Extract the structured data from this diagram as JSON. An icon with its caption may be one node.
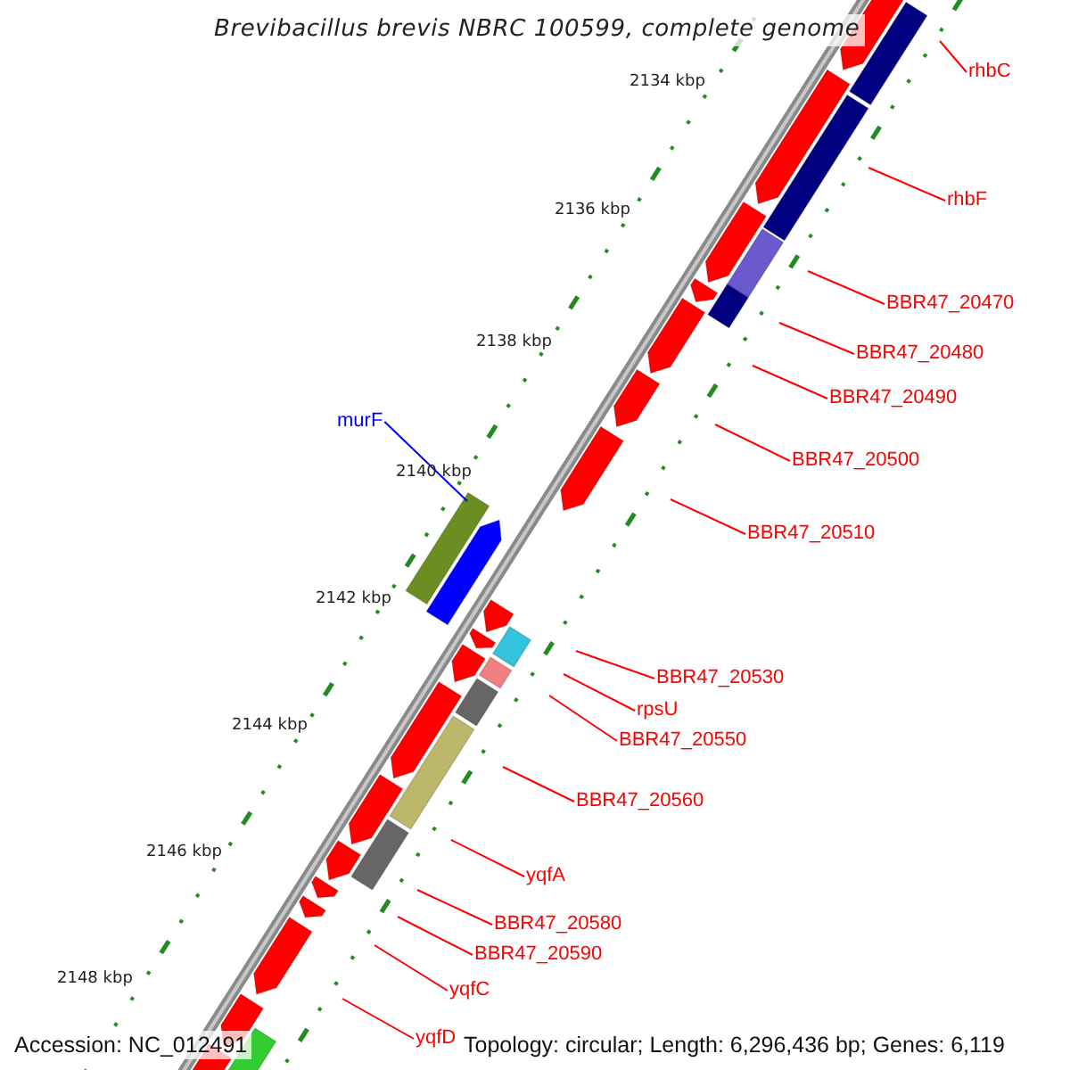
{
  "diagram": {
    "title": "Brevibacillus brevis NBRC 100599, complete genome",
    "nodes": [
      {
        "text": [
          "rhbC"
        ]
      },
      {
        "text": [
          "rhbF"
        ]
      },
      {
        "text": [
          "BBR47_20470"
        ]
      },
      {
        "text": [
          "BBR47_20480"
        ]
      },
      {
        "text": [
          "BBR47_20490"
        ]
      },
      {
        "text": [
          "murF"
        ]
      },
      {
        "text": [
          "BBR47_20500"
        ]
      },
      {
        "text": [
          "BBR47_20510"
        ]
      },
      {
        "text": [
          "BBR47_20530"
        ]
      },
      {
        "text": [
          "rpsU"
        ]
      },
      {
        "text": [
          "BBR47_20550"
        ]
      },
      {
        "text": [
          "BBR47_20560"
        ]
      },
      {
        "text": [
          "yqfA"
        ]
      },
      {
        "text": [
          "BBR47_20580"
        ]
      },
      {
        "text": [
          "BBR47_20590"
        ]
      },
      {
        "text": [
          "yqfC"
        ]
      },
      {
        "text": [
          "yqfD"
        ]
      }
    ],
    "edges": [
      {
        "from": 0,
        "to": null,
        "arrow": "none"
      },
      {
        "from": 1,
        "to": null,
        "arrow": "none"
      },
      {
        "from": 2,
        "to": null,
        "arrow": "none"
      },
      {
        "from": 3,
        "to": null,
        "arrow": "none"
      },
      {
        "from": 4,
        "to": null,
        "arrow": "none"
      },
      {
        "from": 5,
        "to": null,
        "arrow": "none",
        "color": "#0000ff"
      },
      {
        "from": 6,
        "to": null,
        "arrow": "none"
      },
      {
        "from": 7,
        "to": null,
        "arrow": "none"
      },
      {
        "from": 8,
        "to": null,
        "arrow": "none"
      },
      {
        "from": 9,
        "to": null,
        "arrow": "none"
      },
      {
        "from": 10,
        "to": null,
        "arrow": "none"
      },
      {
        "from": 11,
        "to": null,
        "arrow": "none"
      },
      {
        "from": 12,
        "to": null,
        "arrow": "none"
      },
      {
        "from": 13,
        "to": null,
        "arrow": "none"
      },
      {
        "from": 14,
        "to": null,
        "arrow": "none"
      },
      {
        "from": 15,
        "to": null,
        "arrow": "none"
      },
      {
        "from": 16,
        "to": null,
        "arrow": "none"
      }
    ],
    "labels": [
      "2134 kbp",
      "2136 kbp",
      "2138 kbp",
      "2140 kbp",
      "2142 kbp",
      "2144 kbp",
      "2146 kbp",
      "2148 kbp",
      "Accession: NC_012491",
      "Topology: circular; Length: 6,296,436 bp; Genes: 6,119"
    ]
  }
}
